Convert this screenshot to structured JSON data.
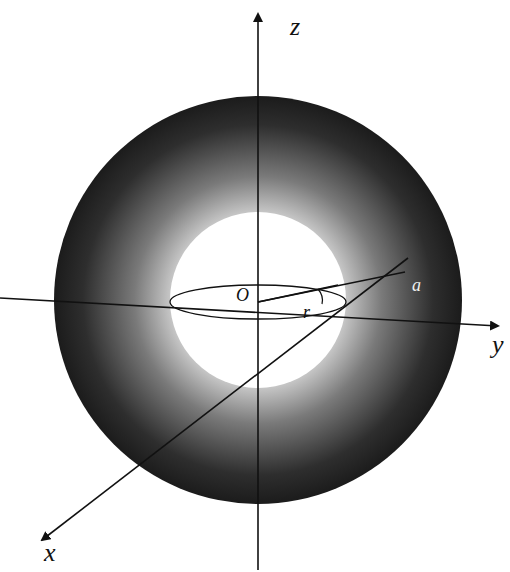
{
  "diagram": {
    "labels": [
      "z",
      "y",
      "x",
      "O",
      "r",
      "a"
    ]
  }
}
